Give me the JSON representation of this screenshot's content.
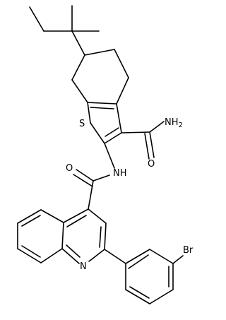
{
  "atom_labels": {
    "sulfur": "S",
    "amide_nh": "NH",
    "carboxamide_nh2": "NH",
    "carboxamide_nh2_subscript": "2",
    "carboxamide_o": "O",
    "linker_o": "O",
    "quinoline_n": "N",
    "bromine": "Br"
  }
}
